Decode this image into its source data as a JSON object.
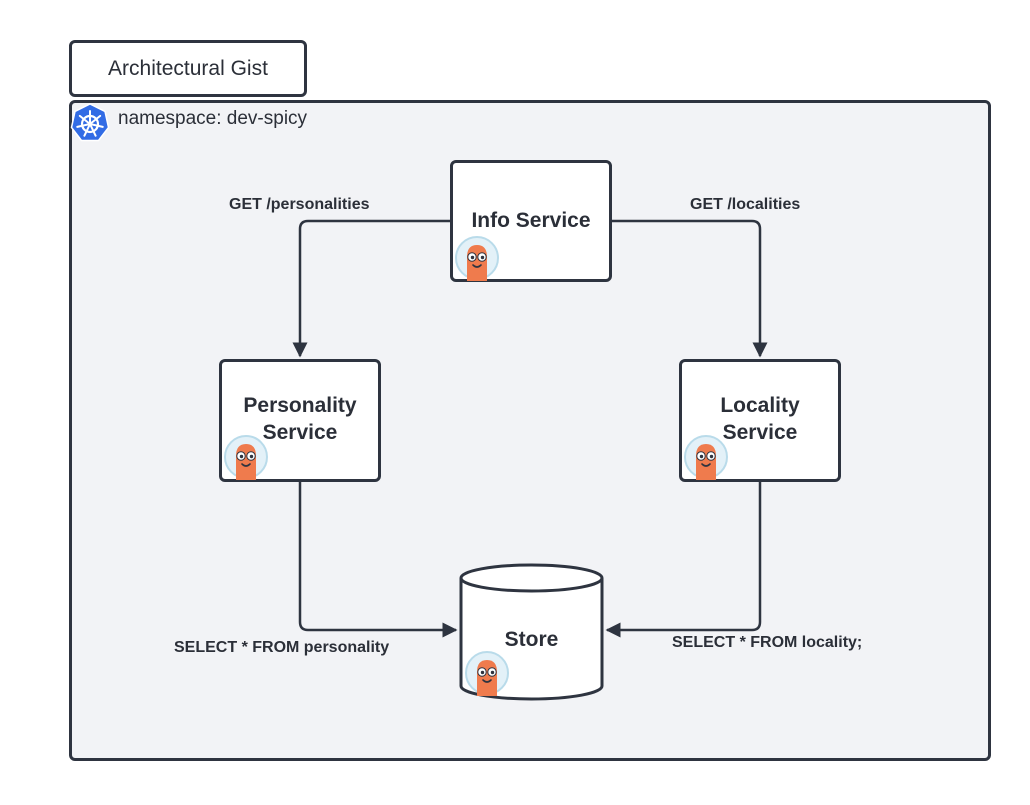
{
  "title": "Architectural Gist",
  "namespace": {
    "label": "namespace: dev-spicy",
    "icon": "kubernetes-icon"
  },
  "nodes": {
    "info": {
      "label": "Info Service",
      "icon": "argo-mascot-icon"
    },
    "personality": {
      "label": "Personality\nService",
      "icon": "argo-mascot-icon"
    },
    "locality": {
      "label": "Locality\nService",
      "icon": "argo-mascot-icon"
    },
    "store": {
      "label": "Store",
      "icon": "argo-mascot-icon",
      "shape": "cylinder"
    }
  },
  "edges": {
    "info_to_personality": {
      "label": "GET /personalities"
    },
    "info_to_locality": {
      "label": "GET /localities"
    },
    "personality_to_store": {
      "label": "SELECT * FROM personality"
    },
    "locality_to_store": {
      "label": "SELECT * FROM locality;"
    }
  },
  "colors": {
    "stroke": "#2e3440",
    "namespace_fill": "#f2f3f6",
    "kubernetes_blue": "#326ce5",
    "mascot_orange": "#ef7b4d"
  }
}
